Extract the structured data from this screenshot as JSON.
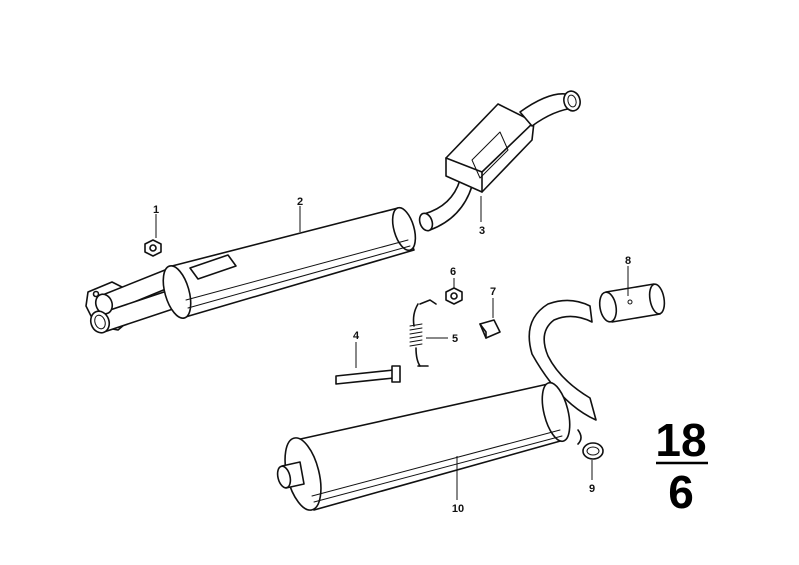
{
  "callouts": {
    "c1": "1",
    "c2": "2",
    "c3": "3",
    "c4": "4",
    "c5": "5",
    "c6": "6",
    "c7": "7",
    "c8": "8",
    "c9": "9",
    "c10": "10"
  },
  "group_number": {
    "top": "18",
    "bottom": "6"
  }
}
